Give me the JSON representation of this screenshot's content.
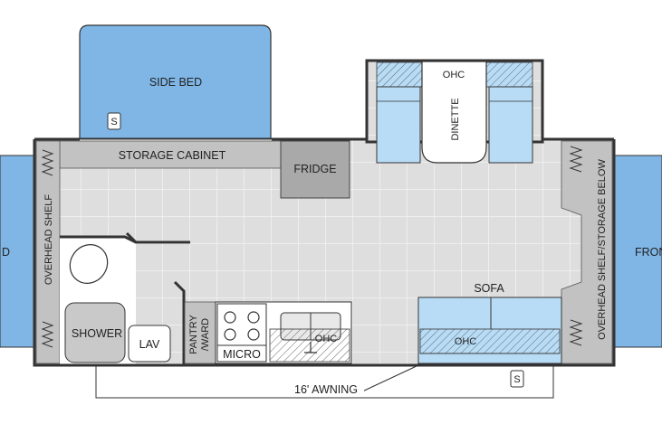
{
  "labels": {
    "side_bed": "SIDE BED",
    "storage_cabinet": "STORAGE CABINET",
    "fridge": "FRIDGE",
    "dinette": "DINETTE",
    "ohc_dinette": "OHC",
    "overhead_shelf_left": "OVERHEAD SHELF",
    "overhead_shelf_right": "OVERHEAD SHELF/STORAGE BELOW",
    "rear_bed_partial": "D",
    "front_bed_partial": "FRON",
    "sofa": "SOFA",
    "ohc_sofa": "OHC",
    "ohc_kitchen": "OHC",
    "shower": "SHOWER",
    "lav": "LAV",
    "pantry_ward_line1": "PANTRY",
    "pantry_ward_line2": "/WARD",
    "micro": "MICRO",
    "awning": "16' AWNING",
    "slide_marker_top": "S",
    "slide_marker_bottom": "S"
  },
  "colors": {
    "bed_blue": "#7fb6e6",
    "cushion_blue": "#b9dcf6",
    "cabinet_gray": "#c2c2c2",
    "fridge_gray": "#a9a9a9",
    "floor_tile": "#dddddd",
    "wall": "#333333",
    "room_white": "#ffffff"
  }
}
